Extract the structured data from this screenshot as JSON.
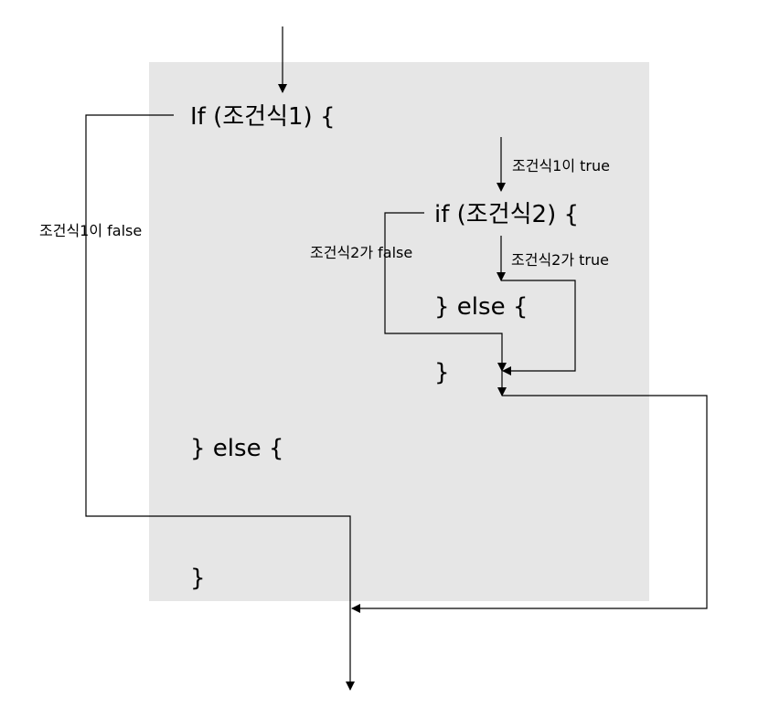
{
  "colors": {
    "block_background": "#e6e6e6",
    "line": "#000000",
    "text": "#000000"
  },
  "code": {
    "outer_if": "If (조건식1) {",
    "inner_if": "if (조건식2) {",
    "inner_else": "} else {",
    "inner_close": "}",
    "outer_else": "} else {",
    "outer_close": "}"
  },
  "labels": {
    "cond1_true": "조건식1이 true",
    "cond1_false": "조건식1이 false",
    "cond2_true": "조건식2가 true",
    "cond2_false": "조건식2가 false"
  }
}
